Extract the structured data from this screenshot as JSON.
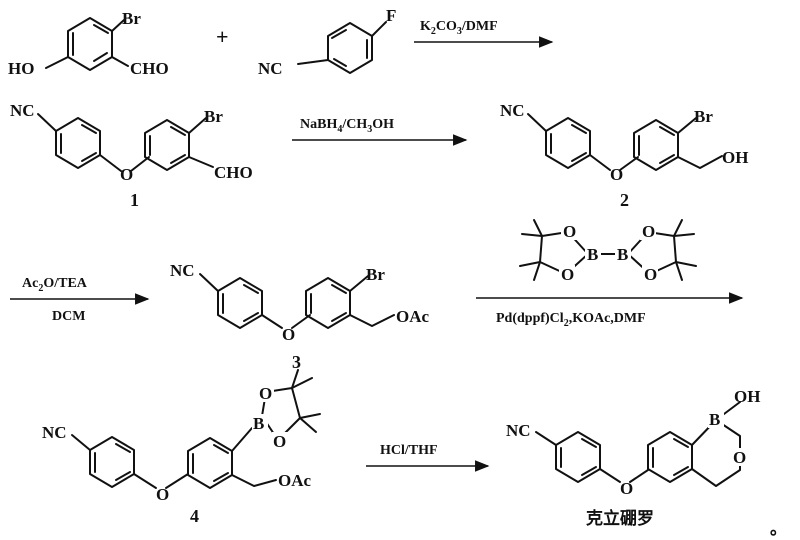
{
  "atoms": {
    "br": "Br",
    "ho": "HO",
    "cho": "CHO",
    "f": "F",
    "nc": "NC",
    "o": "O",
    "oh": "OH",
    "oac": "OAc",
    "b": "B"
  },
  "compound_numbers": {
    "c1": "1",
    "c2": "2",
    "c3": "3",
    "c4": "4"
  },
  "reagents": {
    "step1": {
      "main": "K",
      "sub1": "2",
      "mid": "CO",
      "sub2": "3",
      "tail": "/DMF"
    },
    "step2": {
      "main": "NaBH",
      "sub1": "4",
      "mid": "/CH",
      "sub2": "3",
      "tail": "OH"
    },
    "step3_top": {
      "main": "Ac",
      "sub1": "2",
      "tail": "O/TEA"
    },
    "step3_bottom": "DCM",
    "step4_bottom": {
      "main": "Pd(dppf)Cl",
      "sub1": "2",
      "tail": ",KOAc,DMF"
    },
    "step5": "HCl/THF"
  },
  "product_name": "克立硼罗",
  "trailing_mark": "。",
  "plus": "+"
}
